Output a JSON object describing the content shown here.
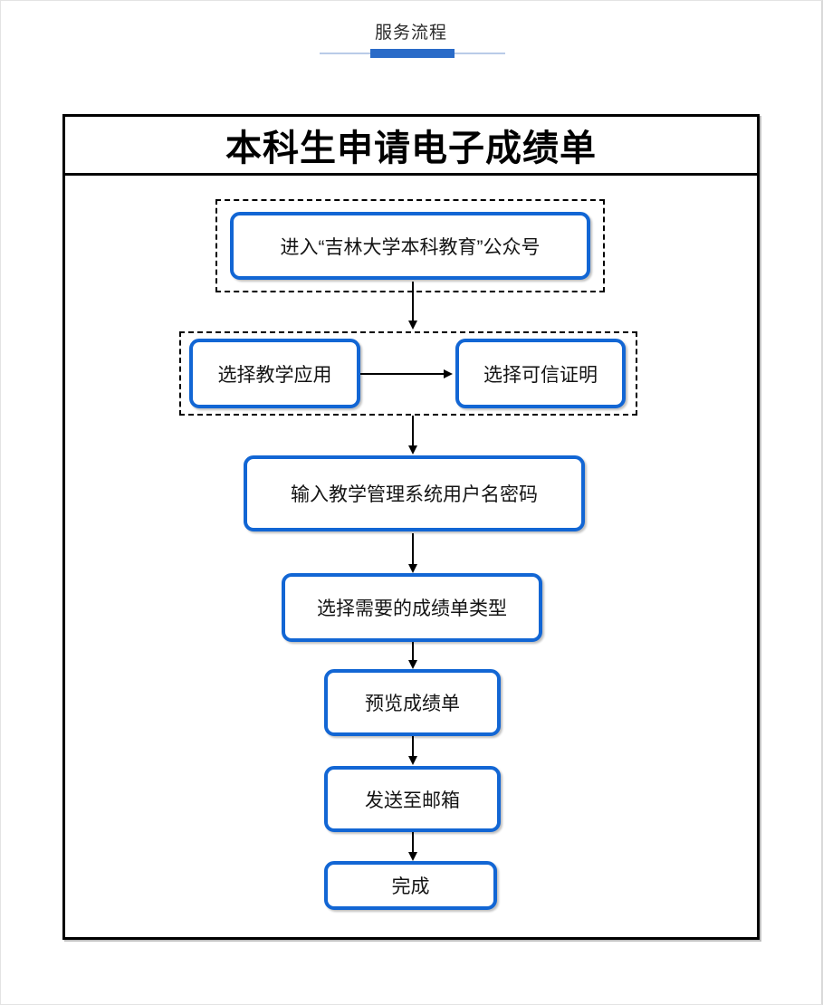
{
  "header": {
    "title": "服务流程"
  },
  "flowchart": {
    "title": "本科生申请电子成绩单",
    "steps": {
      "step1": "进入“吉林大学本科教育”公众号",
      "step2a": "选择教学应用",
      "step2b": "选择可信证明",
      "step3": "输入教学管理系统用户名密码",
      "step4": "选择需要的成绩单类型",
      "step5": "预览成绩单",
      "step6": "发送至邮箱",
      "step7": "完成"
    }
  },
  "colors": {
    "accent_blue": "#2a6bc8",
    "node_border_blue": "#1266d4",
    "underline_light_blue": "#b9cbe8",
    "frame_black": "#000000"
  }
}
